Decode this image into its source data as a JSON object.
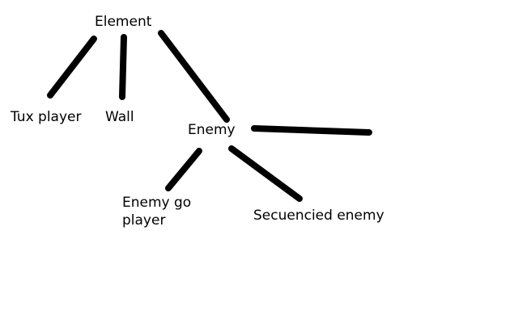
{
  "diagram": {
    "nodes": {
      "element": {
        "label": "Element"
      },
      "tux_player": {
        "label": "Tux player"
      },
      "wall": {
        "label": "Wall"
      },
      "enemy": {
        "label": "Enemy"
      },
      "enemy_go_player": {
        "lines": [
          "Enemy go",
          "player"
        ]
      },
      "secuencied_enemy": {
        "label": "Secuencied enemy"
      }
    },
    "edges": [
      {
        "from": "element",
        "to": "tux_player"
      },
      {
        "from": "element",
        "to": "wall"
      },
      {
        "from": "element",
        "to": "enemy"
      },
      {
        "from": "enemy",
        "to": "enemy_go_player"
      },
      {
        "from": "enemy",
        "to": "secuencied_enemy"
      },
      {
        "from": "enemy",
        "to": ""
      }
    ],
    "stroke_color": "#000000",
    "text_color": "#000000",
    "background": "#ffffff"
  }
}
